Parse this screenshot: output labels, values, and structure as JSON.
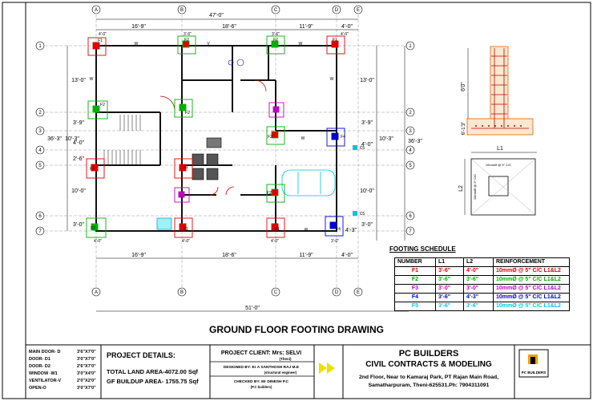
{
  "drawing": {
    "grid_letters": [
      "A",
      "B",
      "C",
      "D",
      "E"
    ],
    "grid_numbers": [
      "1",
      "2",
      "3",
      "4",
      "5",
      "6",
      "7"
    ],
    "top_overall": "47'-0\"",
    "top_spans": [
      "16'-9\"",
      "18'-6\"",
      "11'-9\""
    ],
    "top_edge": "4'-0\"",
    "bottom_spans": [
      "16'-9\"",
      "18'-6\"",
      "11'-9\""
    ],
    "bottom_edge": "4'-0\"",
    "bottom_overall": "51'-0\"",
    "left_dims": [
      "13'-0\"",
      "3'-9\"",
      "2'-6\"",
      "10'-0\"",
      "3'-0\""
    ],
    "left_outer": "36'-3\"",
    "left_mid": "10'-3\"",
    "left_small": "4'-0\"",
    "right_dims": [
      "13'-0\"",
      "3'-9\"",
      "10'-3\"",
      "4'-0\"",
      "10'-0\"",
      "3'-0\"",
      "4'-3\""
    ],
    "right_overall": "36'-3\"",
    "footing_tags": [
      "F1",
      "F2",
      "F3",
      "F4",
      "F5"
    ],
    "footing_sizes": [
      "4'-0\"",
      "3'-6\"",
      "3'-0\""
    ],
    "col_tag": "C5",
    "door_tag": "W",
    "window_tag": "V"
  },
  "section": {
    "depth_label": "6'0\"",
    "base_label": "6'-1'3\"",
    "plan_width": "L1",
    "plan_length": "L2",
    "rebar_note": "10mmØ @ 5\" C/C"
  },
  "schedule": {
    "title": "FOOTING SCHEDULE",
    "headers": [
      "NUMBER",
      "L1",
      "L2",
      "REINFORCEMENT"
    ],
    "rows": [
      {
        "number": "F1",
        "l1": "3'-6\"",
        "l2": "4'-0\"",
        "reinf": "10mmØ @ 5\" C/C L1&L2",
        "color": "#e00000"
      },
      {
        "number": "F2",
        "l1": "3'-6\"",
        "l2": "3'-6\"",
        "reinf": "10mmØ @ 5\" C/C L1&L2",
        "color": "#00b000"
      },
      {
        "number": "F3",
        "l1": "3'-0\"",
        "l2": "3'-0\"",
        "reinf": "10mmØ @ 5\" C/C L1&L2",
        "color": "#c000c0"
      },
      {
        "number": "F4",
        "l1": "3'-6\"",
        "l2": "4'-3\"",
        "reinf": "10mmØ @ 5\" C/C L1&L2",
        "color": "#0000d0"
      },
      {
        "number": "F5",
        "l1": "3'-6\"",
        "l2": "3'-6\"",
        "reinf": "10mmØ @ 5\" C/C L1&L2",
        "color": "#00c8d8"
      }
    ]
  },
  "title": "GROUND FLOOR FOOTING DRAWING",
  "legend": [
    {
      "name": "MAIN DOOR- D",
      "size": "3'6\"X7'0\""
    },
    {
      "name": "DOOR- D1",
      "size": "3'0\"X7'0\""
    },
    {
      "name": "DOOR- D2",
      "size": "2'6\"X7'0\""
    },
    {
      "name": "WINDOW -W1",
      "size": "3'0\"X4'0\""
    },
    {
      "name": "VENTILATOR-V",
      "size": "2'0\"X2'0\""
    },
    {
      "name": "OPEN-O",
      "size": "3'0\"X7'0\""
    }
  ],
  "project": {
    "heading": "PROJECT DETAILS:",
    "land_area": "TOTAL LAND AREA-4072.00 Sqf",
    "buildup_area": "GF BUILDUP AREA- 1755.75 Sqf"
  },
  "client": {
    "label": "PROJECT CLIENT:  Mrs: SELVI",
    "place": "(Theni)",
    "designed": "DESIGNED BY: Er A SANTHOSH RAJ M.E",
    "designed_role": "(structural engineer)",
    "checked": "CHECKED BY: Mr DINESH P.C",
    "checked_role": "(P.C builders)"
  },
  "company": {
    "name1": "PC BUILDERS",
    "name2": "CIVIL CONTRACTS & MODELING",
    "address1": "2nd Floor, Near to Kamaraj Park, PT Rajan Main Road,",
    "address2": "Samatharpuram, Theni-625531.Ph: 7904311091",
    "logo_text": "PC BUILDERS"
  },
  "colors": {
    "f1": "#e00000",
    "f2": "#00b000",
    "f3": "#c000c0",
    "f4": "#0000d0",
    "f5": "#00c8d8",
    "arrow": "#f0e000"
  }
}
